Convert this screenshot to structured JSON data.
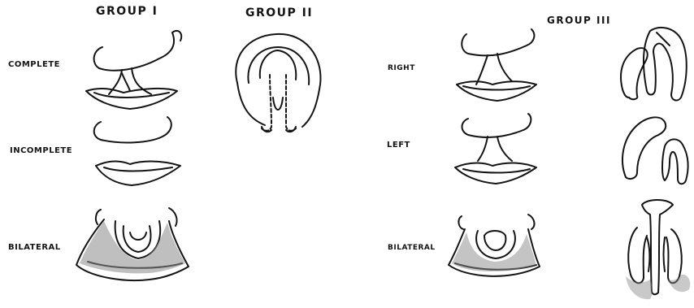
{
  "figure": {
    "ink_color": "#141414",
    "shade_color": "#8a8a8a",
    "groups": {
      "group1": "GROUP I",
      "group2": "GROUP II",
      "group3": "GROUP III"
    },
    "labels": {
      "complete": "COMPLETE",
      "incomplete": "INCOMPLETE",
      "bilateral_1": "BILATERAL",
      "right": "RIGHT",
      "left": "LEFT",
      "bilateral_3": "BILATERAL"
    }
  }
}
